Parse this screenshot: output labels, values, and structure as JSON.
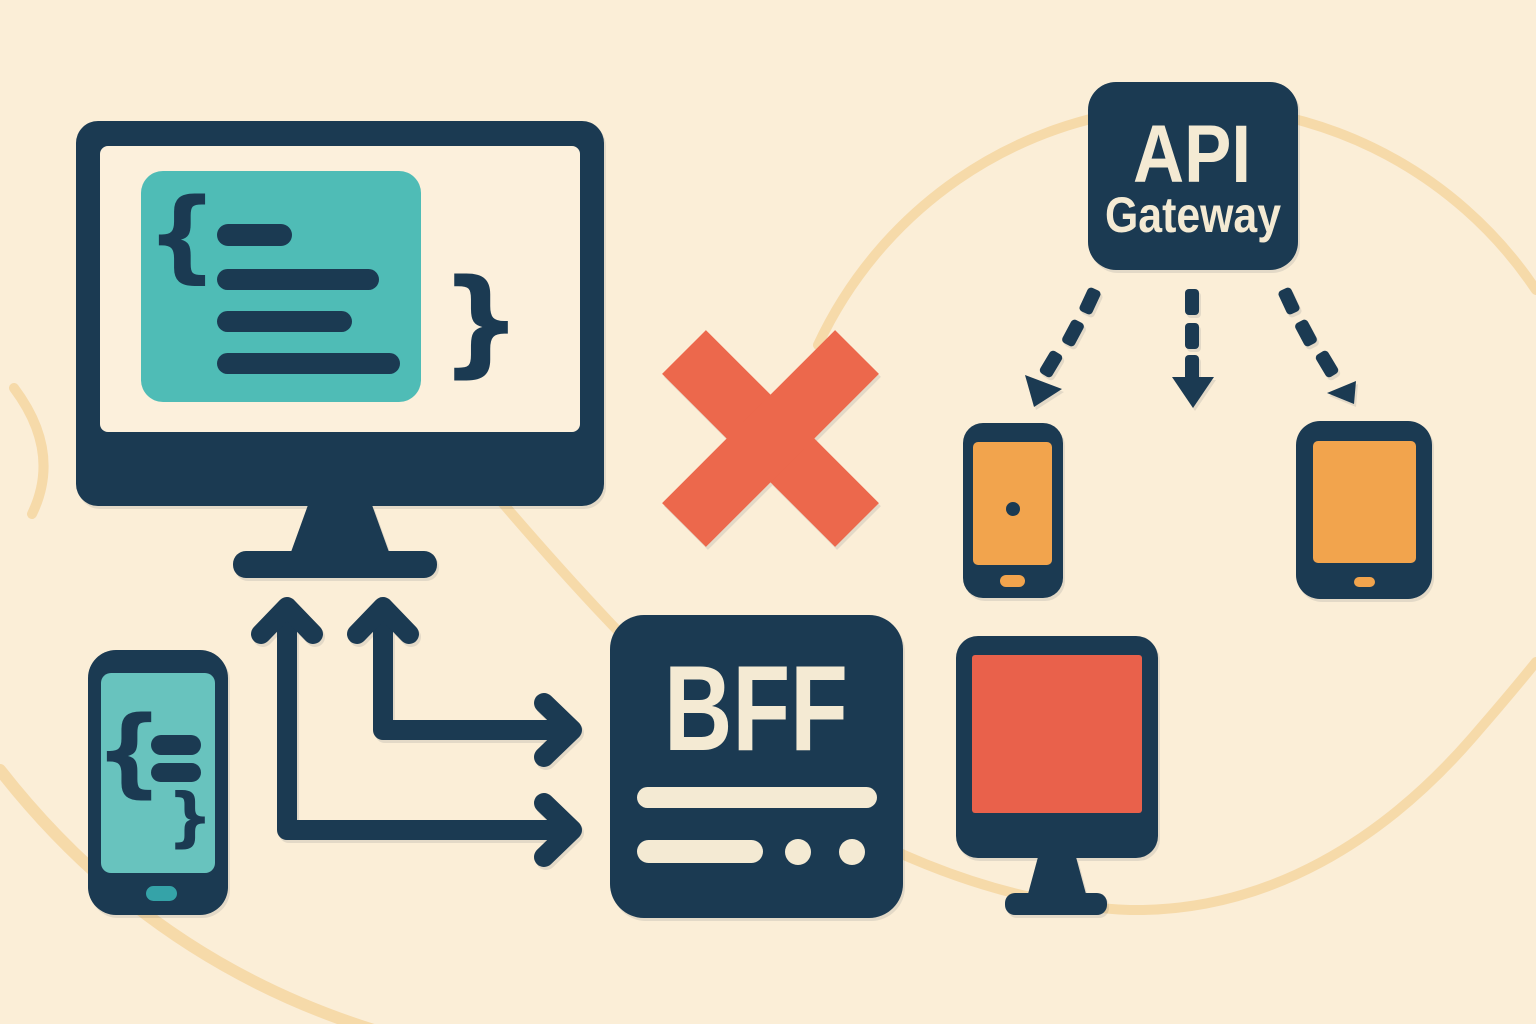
{
  "illustration_title": "BFF pattern versus shared API Gateway",
  "labels": {
    "api_gateway_line1": "API",
    "api_gateway_line2": "Gateway",
    "bff": "BFF",
    "code_open_brace": "{",
    "code_close_brace": "}"
  },
  "colors": {
    "background": "#FBEED7",
    "navy": "#1B3A52",
    "teal_monitor_panel": "#4FBCB6",
    "teal_phone_screen": "#68C3BE",
    "teal_home_button": "#35A3A8",
    "orange_screen": "#F2A44D",
    "coral_red": "#EC684C",
    "cream_text": "#F4EAD3",
    "monitor_screen_cream": "#FCF0DC",
    "decorative_arc": "#F5D8A7"
  },
  "icons": [
    {
      "name": "code-monitor-icon",
      "meaning": "developer monitor showing code block"
    },
    {
      "name": "code-phone-icon",
      "meaning": "smartphone showing code"
    },
    {
      "name": "bent-arrow-icon",
      "meaning": "double-headed arrows from clients up to monitor and right to BFF"
    },
    {
      "name": "x-mark-icon",
      "meaning": "rejected approach marker"
    },
    {
      "name": "api-gateway-box",
      "meaning": "shared API gateway node"
    },
    {
      "name": "dashed-arrow-icon",
      "meaning": "gateway fan-out to devices"
    },
    {
      "name": "smartphone-icon",
      "meaning": "mobile client"
    },
    {
      "name": "tablet-icon",
      "meaning": "tablet client"
    },
    {
      "name": "desktop-monitor-icon",
      "meaning": "desktop client"
    },
    {
      "name": "bff-server-box",
      "meaning": "backend-for-frontend server"
    },
    {
      "name": "decorative-arc",
      "meaning": "background arc ornament"
    }
  ]
}
